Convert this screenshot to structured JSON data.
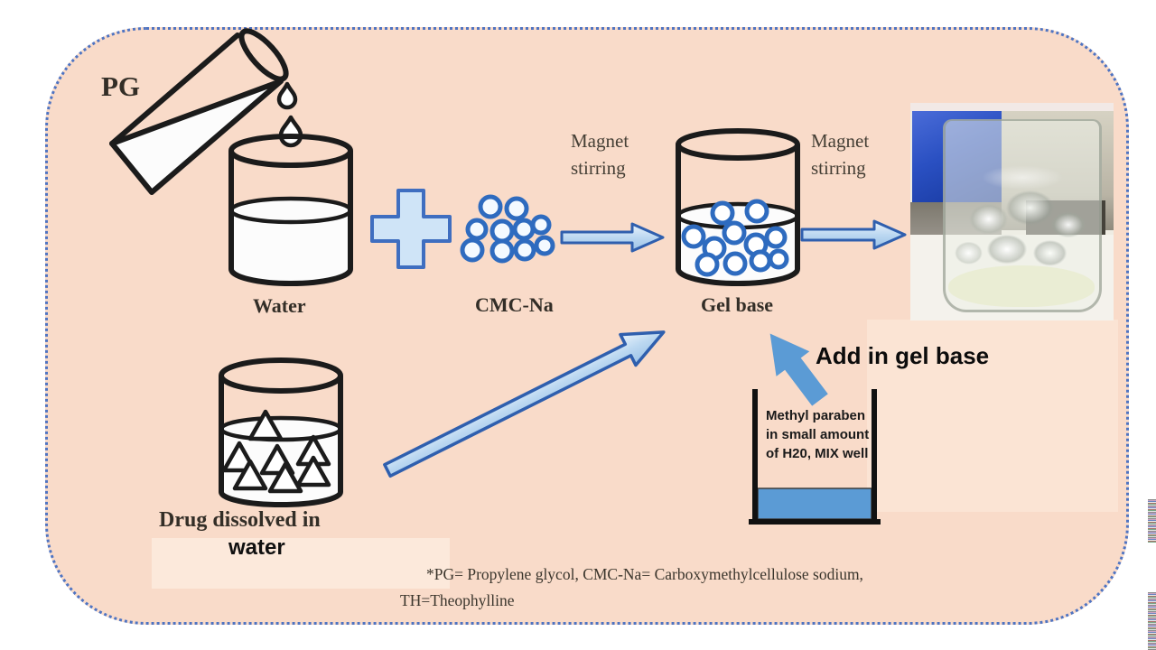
{
  "panel": {
    "background": "#f9dbc9",
    "border_color": "#4f74c2",
    "highlight_background": "#fbe4d4"
  },
  "colors": {
    "outline_ink": "#1b1b1b",
    "flow_arrow_fill": "#c3dcf3",
    "flow_arrow_stroke": "#2f5fae",
    "solid_arrow_blue": "#5b9bd5",
    "particle_ring_blue": "#2e6bbf",
    "cup_liquid_blue": "#5b9bd5"
  },
  "labels": {
    "pg": "PG",
    "water": "Water",
    "cmc_na": "CMC-Na",
    "magnet_stirring_1": "Magnet stirring",
    "magnet_stirring_2": "Magnet stirring",
    "gel_base": "Gel base",
    "drug_dissolved_line1": "Drug dissolved in",
    "drug_dissolved_line2": "water",
    "add_in_gel_base": "Add in gel base",
    "methyl_note_line1": "Methyl paraben",
    "methyl_note_line2": "in small amount",
    "methyl_note_line3": "of H20, MIX well",
    "footnote_line1": "*PG= Propylene glycol,  CMC-Na= Carboxymethylcellulose sodium,",
    "footnote_line2": "TH=Theophylline"
  }
}
